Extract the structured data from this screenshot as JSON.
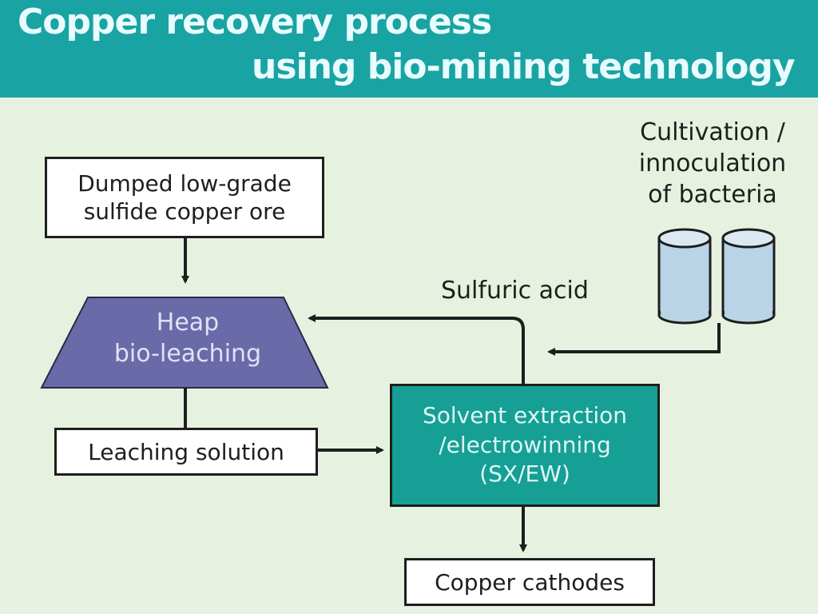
{
  "title": {
    "line1": "Copper recovery process",
    "line2": "using bio-mining technology"
  },
  "nodes": {
    "ore": "Dumped low-grade\nsulfide copper ore",
    "heap": "Heap\nbio-leaching",
    "leaching_solution": "Leaching solution",
    "sxew": "Solvent extraction\n/electrowinning\n(SX/EW)",
    "cathodes": "Copper cathodes",
    "bacteria": "Cultivation /\ninnoculation\nof bacteria",
    "acid": "Sulfuric acid"
  },
  "colors": {
    "header": "#1aa3a3",
    "background": "#e6f2df",
    "heap_fill": "#6b6aa8",
    "sxew_fill": "#159f95",
    "tank_fill": "#b8d4e6"
  }
}
